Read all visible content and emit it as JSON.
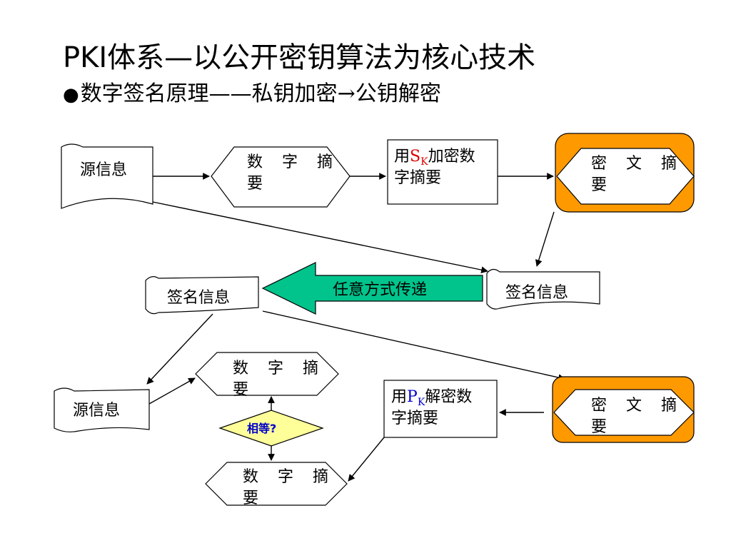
{
  "title": "PKI体系—以公开密钥算法为核心技术",
  "subtitle": {
    "bullet": "●",
    "text": "数字签名原理——私钥加密→公钥解密"
  },
  "nodes": {
    "source_info_top": "源信息",
    "digest_top_line1": "数 字 摘",
    "digest_top_line2": "要",
    "sign_box": {
      "prefix": "用",
      "key": "S",
      "key_sub": "K",
      "suffix": "加密数",
      "line2": "字摘要",
      "key_color": "#e00000"
    },
    "cipher_top_line1": "密 文 摘",
    "cipher_top_line2": "要",
    "signed_info_right": "签名信息",
    "transfer_arrow": "任意方式传递",
    "signed_info_left": "签名信息",
    "source_info_bottom": "源信息",
    "digest_mid_line1": "数 字 摘",
    "digest_mid_line2": "要",
    "equal_question": "相等?",
    "digest_bottom_line1": "数 字 摘",
    "digest_bottom_line2": "要",
    "verify_box": {
      "prefix": "用",
      "key": "P",
      "key_sub": "K",
      "suffix": "解密数",
      "line2": "字摘要",
      "key_color": "#0000cc"
    },
    "cipher_bottom_line1": "密 文 摘",
    "cipher_bottom_line2": "要"
  },
  "colors": {
    "orange": "#ff9900",
    "green_arrow": "#00c48c",
    "diamond": "#ffff99",
    "question_text": "#0000cc"
  }
}
